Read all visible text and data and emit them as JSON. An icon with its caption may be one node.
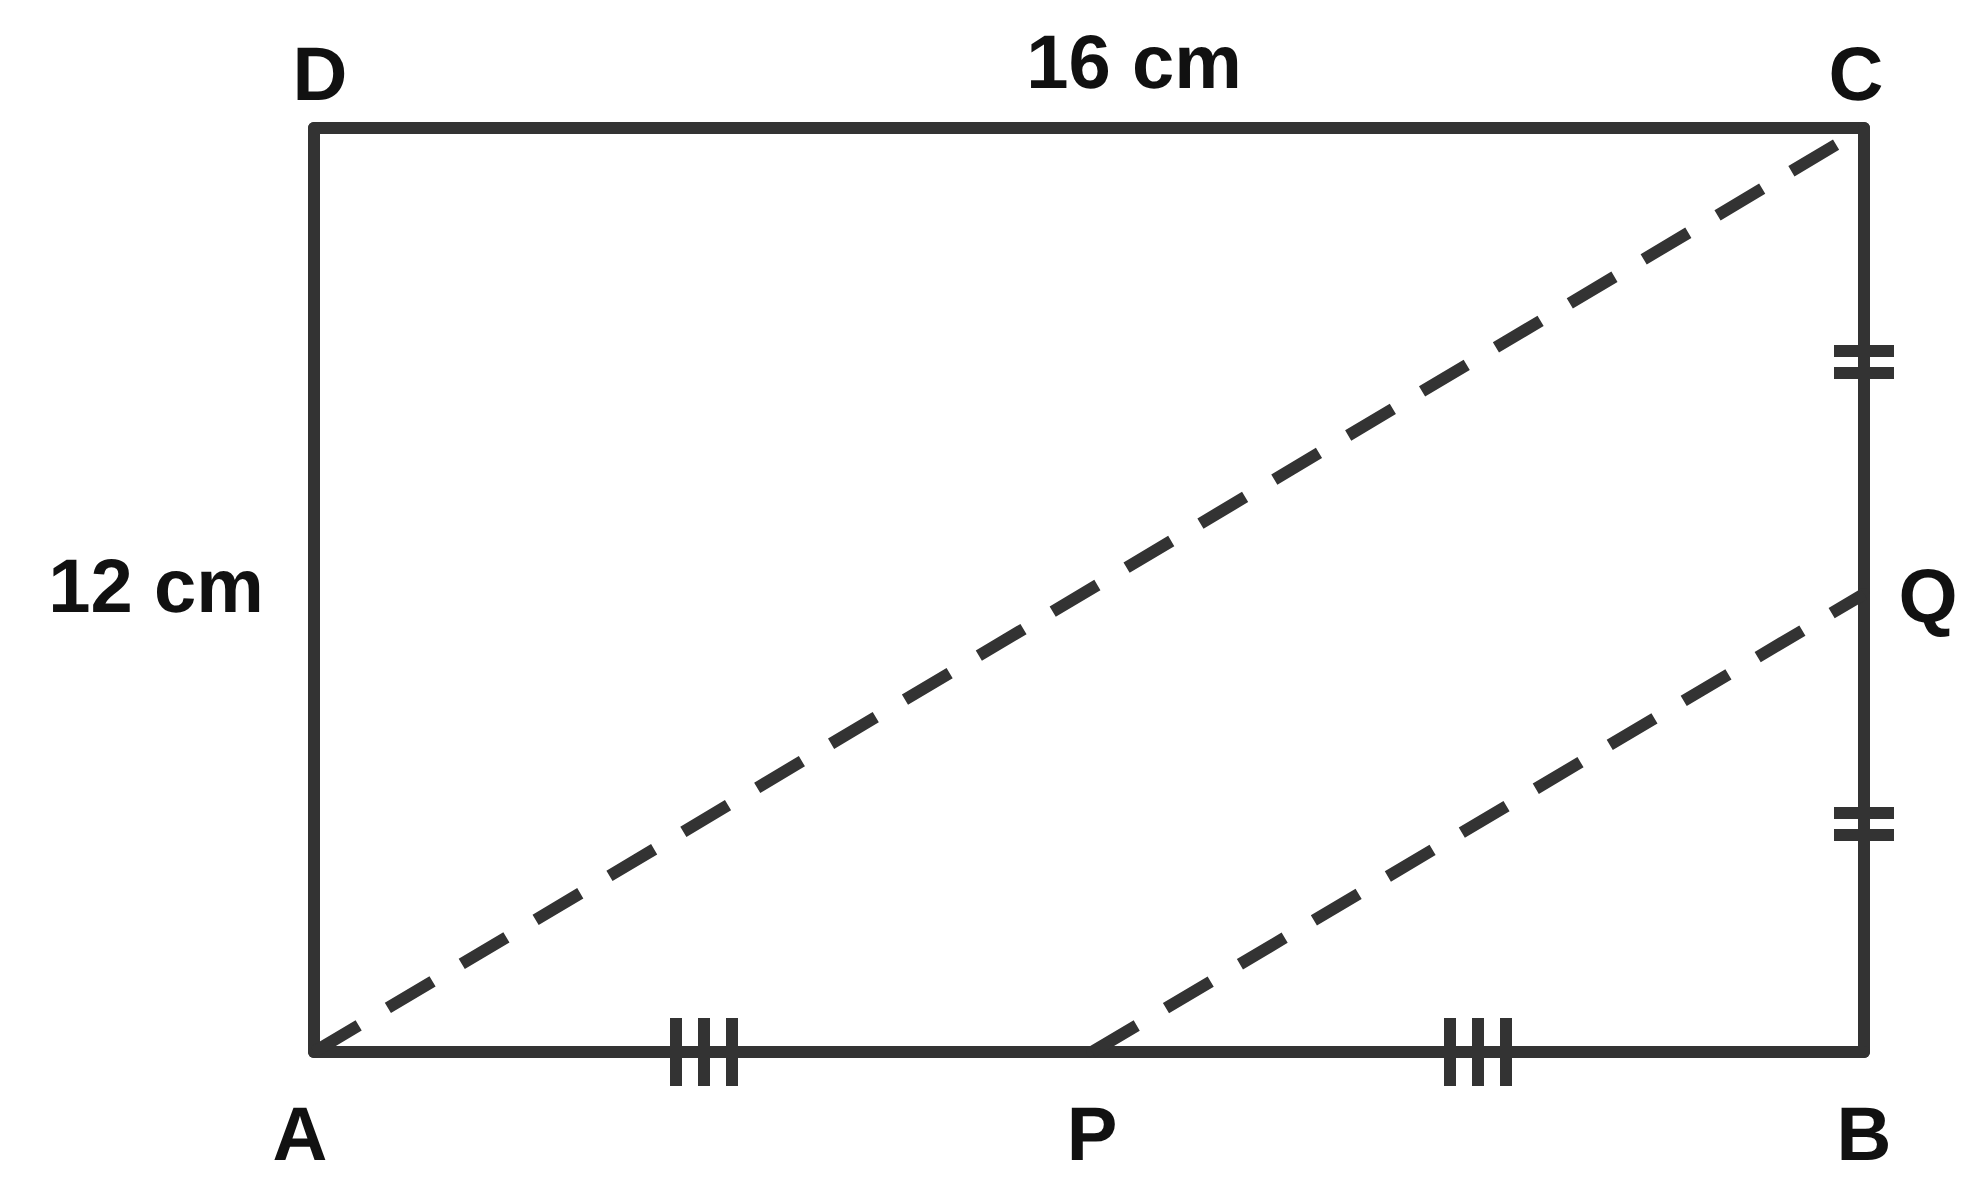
{
  "diagram": {
    "nodes": [
      {
        "text": [
          "D"
        ]
      },
      {
        "text": [
          "C"
        ]
      },
      {
        "text": [
          "Q"
        ]
      },
      {
        "text": [
          "A"
        ]
      },
      {
        "text": [
          "P"
        ]
      },
      {
        "text": [
          "B"
        ]
      }
    ],
    "edges": [
      {
        "from": 0,
        "to": 1,
        "arrow": "none"
      },
      {
        "from": 1,
        "to": 2,
        "arrow": "none"
      },
      {
        "from": 2,
        "to": 5,
        "arrow": "none"
      },
      {
        "from": 3,
        "to": 4,
        "arrow": "none"
      },
      {
        "from": 4,
        "to": 5,
        "arrow": "none"
      },
      {
        "from": 0,
        "to": 3,
        "arrow": "none"
      },
      {
        "from": 3,
        "to": 1,
        "arrow": "none",
        "style": "dashed"
      },
      {
        "from": 4,
        "to": 2,
        "arrow": "none",
        "style": "dashed"
      }
    ],
    "labels": [
      "16 cm",
      "12 cm"
    ]
  }
}
